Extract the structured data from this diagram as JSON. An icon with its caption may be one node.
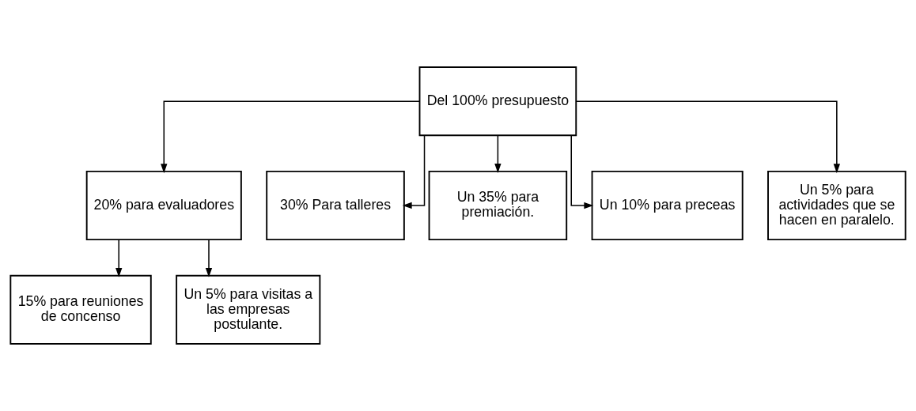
{
  "diagram": {
    "nodes": [
      {
        "text": [
          "Del 100% presupuesto"
        ]
      },
      {
        "text": [
          "20% para evaluadores"
        ]
      },
      {
        "text": [
          "30% Para talleres"
        ]
      },
      {
        "text": [
          "Un 35% para premiación."
        ]
      },
      {
        "text": [
          "Un 10% para preceas"
        ]
      },
      {
        "text": [
          "Un 5% para actividades que se hacen en paralelo."
        ]
      },
      {
        "text": [
          "15% para reuniones de concenso"
        ]
      },
      {
        "text": [
          "Un 5% para visitas a las empresas postulante."
        ]
      }
    ],
    "edges": [
      {
        "from": 0,
        "to": 1,
        "arrow": "to"
      },
      {
        "from": 0,
        "to": 2,
        "arrow": "to"
      },
      {
        "from": 0,
        "to": 3,
        "arrow": "to"
      },
      {
        "from": 0,
        "to": 4,
        "arrow": "to"
      },
      {
        "from": 0,
        "to": 5,
        "arrow": "to"
      },
      {
        "from": 1,
        "to": 6,
        "arrow": "to"
      },
      {
        "from": 1,
        "to": 7,
        "arrow": "to"
      }
    ]
  }
}
